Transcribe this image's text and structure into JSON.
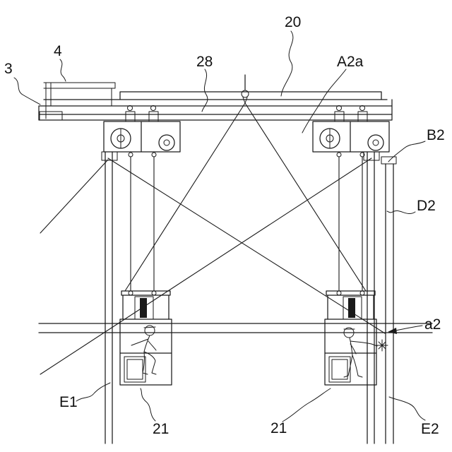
{
  "labels": {
    "ref_3": "3",
    "ref_4": "4",
    "ref_28": "28",
    "ref_20": "20",
    "ref_A2a": "A2a",
    "ref_B2": "B2",
    "ref_D2": "D2",
    "ref_a2": "a2",
    "ref_E1": "E1",
    "ref_21_left": "21",
    "ref_21_right": "21",
    "ref_E2": "E2"
  },
  "colors": {
    "ink": "#1a1a1a",
    "background": "#ffffff"
  }
}
